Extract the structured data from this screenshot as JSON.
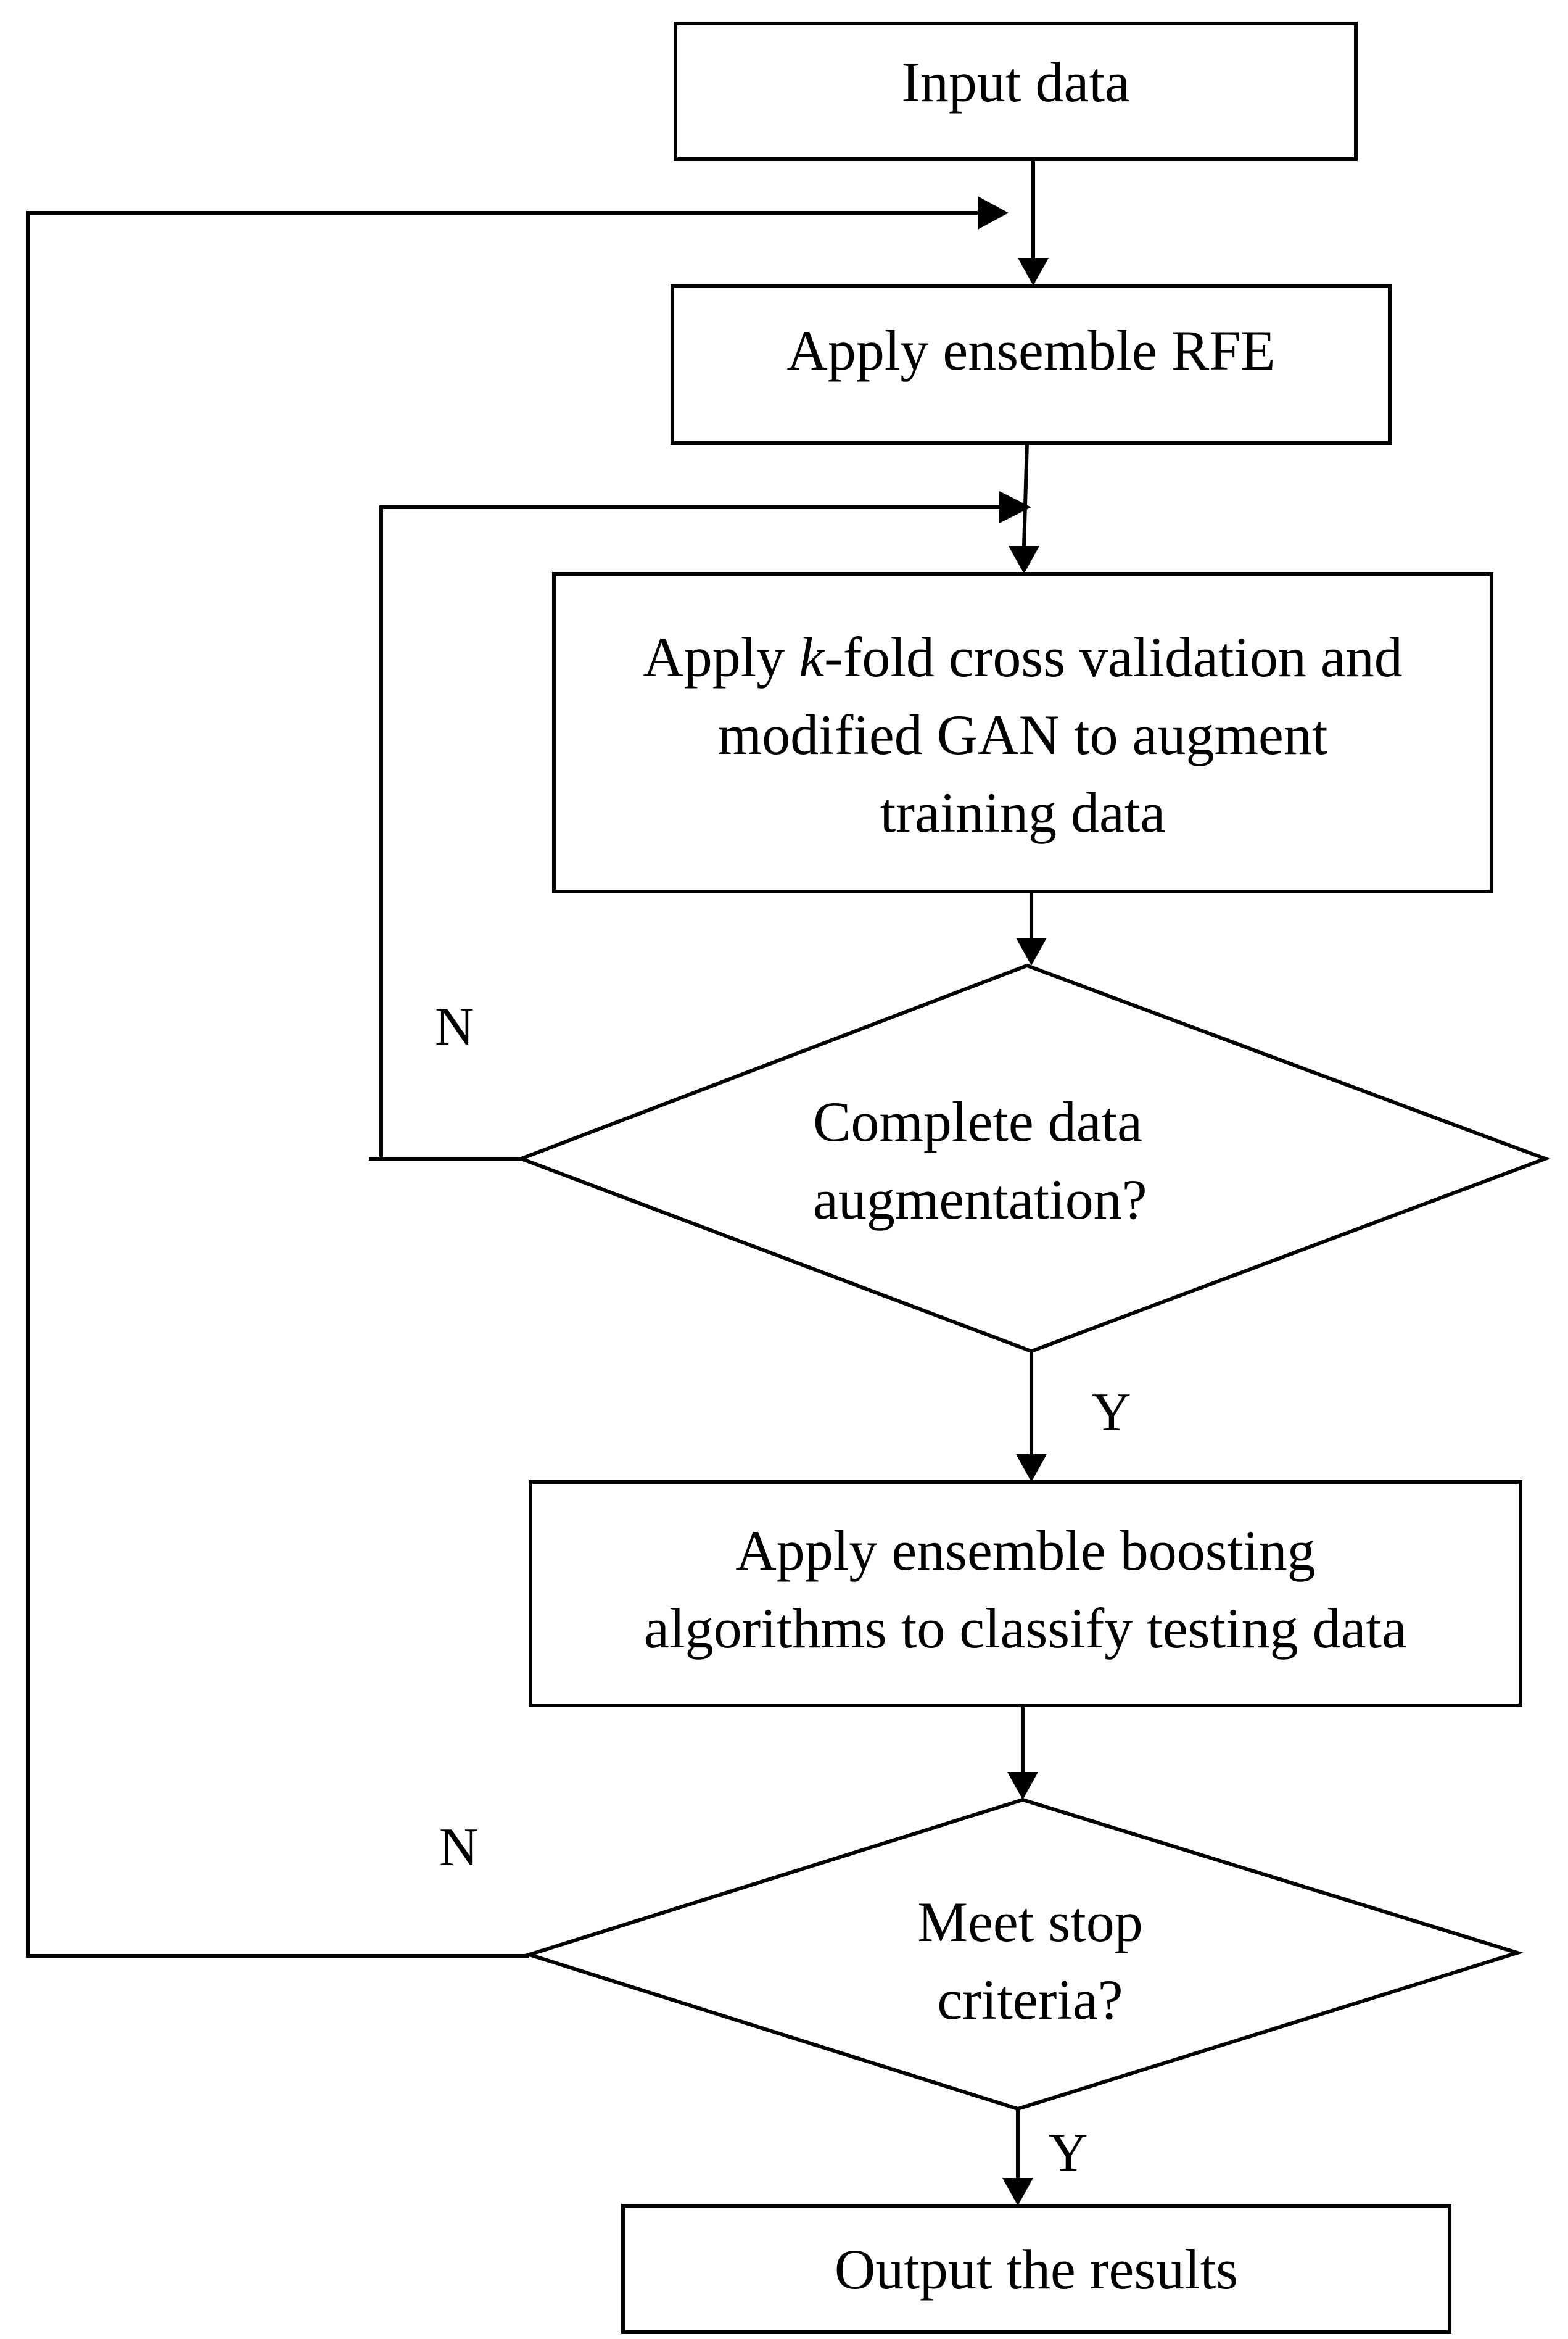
{
  "flowchart": {
    "nodes": {
      "input": {
        "label": "Input data"
      },
      "rfe": {
        "label": "Apply ensemble RFE"
      },
      "gan": {
        "lines": [
          {
            "pre": "Apply ",
            "italic": "k",
            "post": "-fold cross validation and"
          },
          "modified GAN to augment",
          "training data"
        ]
      },
      "augment_check": {
        "lines": [
          [
            "Complete",
            "data"
          ],
          "augmentation?"
        ]
      },
      "boosting": {
        "lines": [
          "Apply ensemble boosting",
          "algorithms to classify testing data"
        ]
      },
      "stop_check": {
        "lines": [
          "Meet stop",
          "criteria?"
        ]
      },
      "output": {
        "label": "Output the results"
      }
    },
    "branch_labels": {
      "augment_no": "N",
      "augment_yes": "Y",
      "stop_no": "N",
      "stop_yes": "Y"
    }
  }
}
